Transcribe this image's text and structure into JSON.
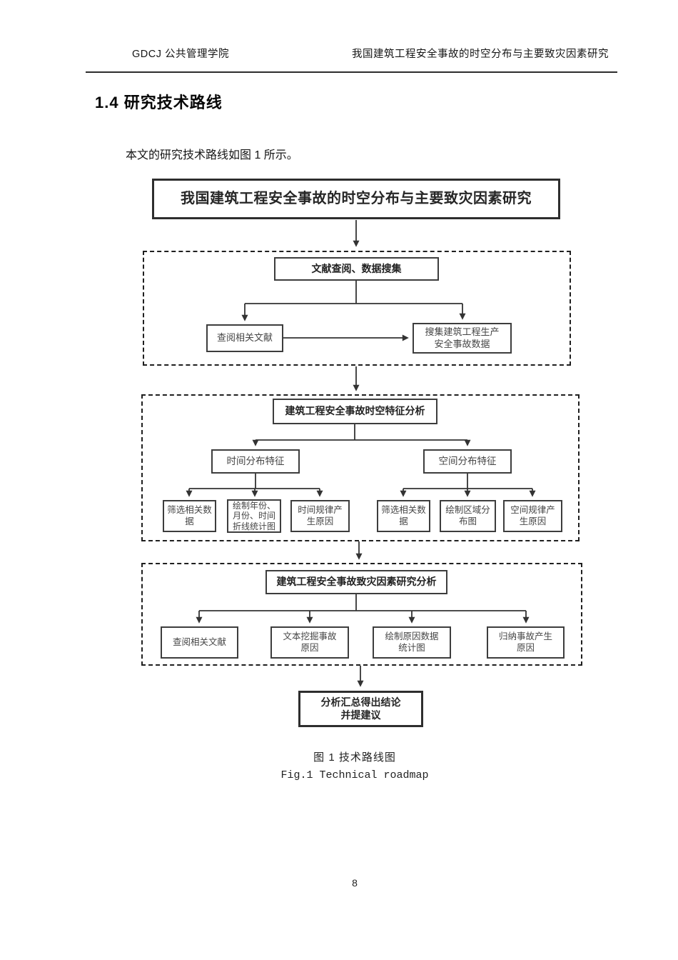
{
  "page": {
    "header": {
      "left": "GDCJ 公共管理学院",
      "right": "我国建筑工程安全事故的时空分布与主要致灾因素研究"
    },
    "section_title": "1.4 研究技术路线",
    "intro": "本文的研究技术路线如图 1 所示。",
    "figure_caption_zh": "图 1 技术路线图",
    "figure_caption_en": "Fig.1 Technical roadmap",
    "page_number": "8"
  },
  "colors": {
    "line": "#333333",
    "box_border": "#3d3d3d",
    "dashed_border": "#1f1f1f",
    "text": "#1a1a1a"
  },
  "flowchart": {
    "root": "我国建筑工程安全事故的时空分布与主要致灾因素研究",
    "stage1": {
      "header": "文献查阅、数据搜集",
      "left": "查阅相关文献",
      "right": "搜集建筑工程生产\n安全事故数据"
    },
    "stage2": {
      "header": "建筑工程安全事故时空特征分析",
      "time": {
        "label": "时间分布特征",
        "children": [
          "筛选相关数\n据",
          "绘制年份、\n月份、时间\n折线统计图",
          "时间规律产\n生原因"
        ]
      },
      "space": {
        "label": "空间分布特征",
        "children": [
          "筛选相关数\n据",
          "绘制区域分\n布图",
          "空间规律产\n生原因"
        ]
      }
    },
    "stage3": {
      "header": "建筑工程安全事故致灾因素研究分析",
      "children": [
        "查阅相关文献",
        "文本挖掘事故\n原因",
        "绘制原因数据\n统计图",
        "归纳事故产生\n原因"
      ]
    },
    "conclusion": "分析汇总得出结论\n并提建议"
  }
}
